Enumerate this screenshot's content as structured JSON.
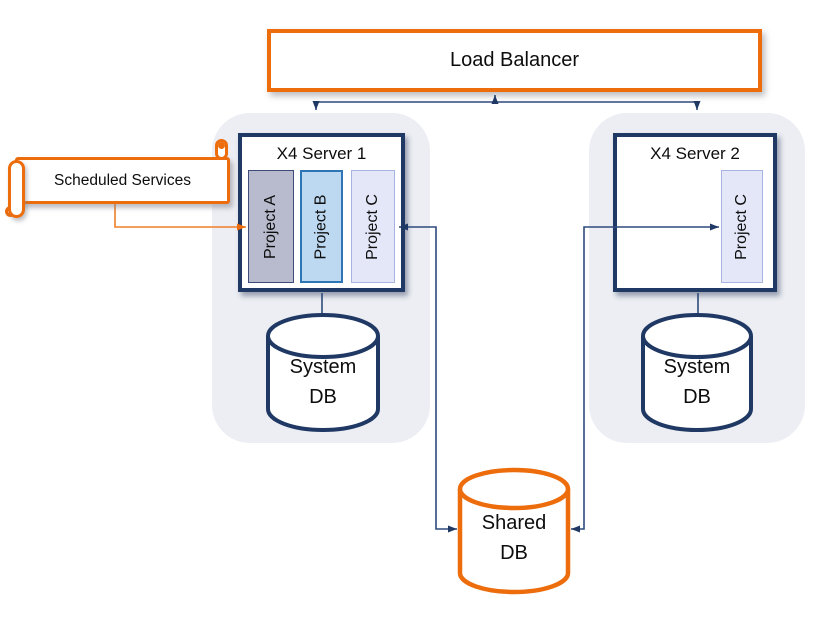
{
  "colors": {
    "orange": "#ED6C0C",
    "orange_connector": "#F07E27",
    "navy": "#1F3864",
    "line_navy": "#2E4A7D",
    "container_gray": "#ECEEF3",
    "project_a_fill": "#B7BBCD",
    "project_a_border": "#3E4A7A",
    "project_b_fill": "#BDD9F1",
    "project_b_border": "#2E75B6",
    "project_c_fill": "#E3E7F8",
    "project_c_border": "#A7B3E0"
  },
  "load_balancer": {
    "label": "Load Balancer"
  },
  "servers": [
    {
      "title": "X4 Server 1",
      "projects": [
        "Project A",
        "Project B",
        "Project C"
      ]
    },
    {
      "title": "X4 Server 2",
      "projects": [
        "Project C"
      ]
    }
  ],
  "scheduled_services": {
    "label": "Scheduled Services"
  },
  "databases": {
    "system_db_1": {
      "line1": "System",
      "line2": "DB"
    },
    "system_db_2": {
      "line1": "System",
      "line2": "DB"
    },
    "shared_db": {
      "line1": "Shared",
      "line2": "DB"
    }
  },
  "connections": [
    {
      "from": "Load Balancer",
      "to": "X4 Server 1",
      "type": "bidirectional-arrow"
    },
    {
      "from": "Load Balancer",
      "to": "X4 Server 2",
      "type": "bidirectional-arrow"
    },
    {
      "from": "Scheduled Services",
      "to": "X4 Server 1 / Project A",
      "type": "arrow",
      "color": "orange"
    },
    {
      "from": "X4 Server 1 / Project C",
      "to": "Shared DB",
      "type": "double-headed-arrow",
      "color": "navy"
    },
    {
      "from": "X4 Server 2 / Project C",
      "to": "Shared DB",
      "type": "double-headed-arrow",
      "color": "navy"
    },
    {
      "from": "X4 Server 1",
      "to": "System DB",
      "type": "line"
    },
    {
      "from": "X4 Server 2",
      "to": "System DB",
      "type": "line"
    }
  ]
}
